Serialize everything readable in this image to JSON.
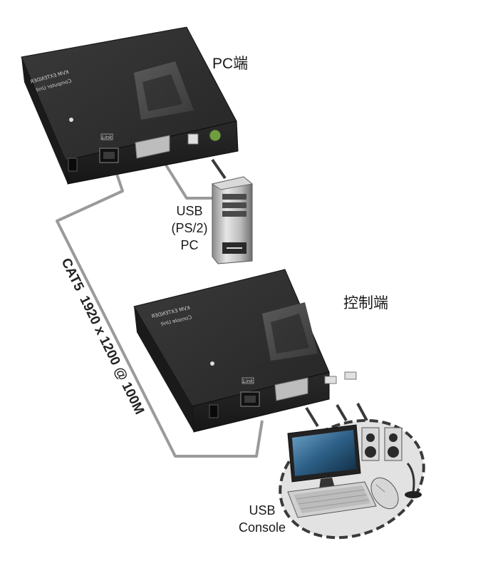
{
  "labels": {
    "pc_end": "PC端",
    "console_end": "控制端",
    "pc_line1": "USB",
    "pc_line2": "(PS/2)",
    "pc_line3": "PC",
    "console_line1": "USB",
    "console_line2": "Console",
    "cable": "CAT5  1920 x 1200 @ 100M"
  },
  "device_text": {
    "brand": "KVM EXTENDER",
    "computer_unit": "Computer Unit",
    "console_unit": "Console Unit",
    "link": "Link"
  },
  "colors": {
    "device_top": "#2e2e2e",
    "device_side": "#1b1b1b",
    "cable": "#9a9a9a",
    "dash_outline": "#3a3a3a",
    "console_bg": "#e2e2e2"
  }
}
